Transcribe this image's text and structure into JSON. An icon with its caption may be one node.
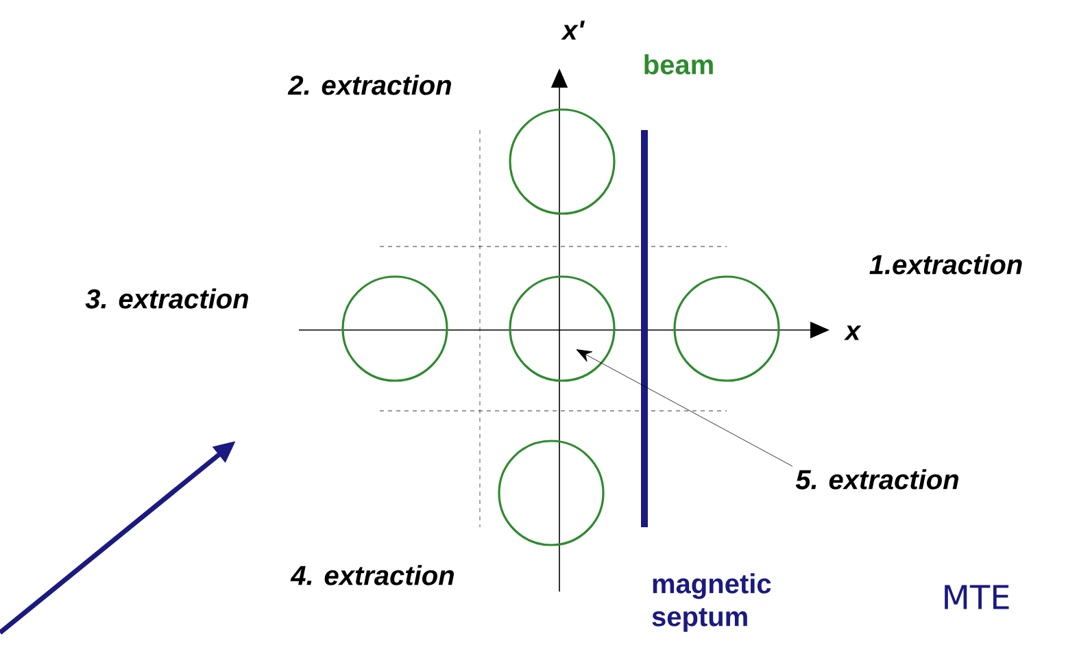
{
  "diagram": {
    "nodes": [
      {
        "text": [],
        "shape": "circle"
      },
      {
        "text": [],
        "shape": "circle"
      },
      {
        "text": [],
        "shape": "circle"
      },
      {
        "text": [],
        "shape": "circle"
      },
      {
        "text": [],
        "shape": "circle"
      },
      {
        "text": [
          "5. extraction"
        ]
      }
    ],
    "edges": [
      {
        "from": 5,
        "to": 2,
        "arrow": "to"
      }
    ],
    "labels": [
      "x'",
      "2. extraction",
      "beam",
      "1.extraction",
      "3. extraction",
      "x",
      "4. extraction",
      "magnetic septum",
      "MTE"
    ]
  }
}
